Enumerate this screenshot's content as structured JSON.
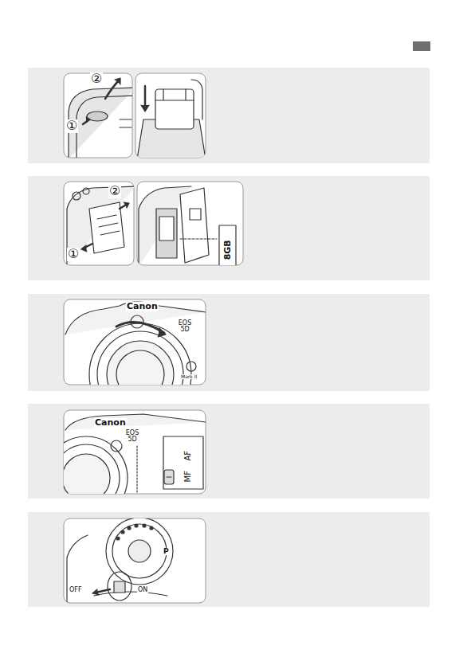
{
  "diagram": {
    "labels": [
      "②",
      "①",
      "①",
      "②",
      "8GB",
      "Canon",
      "EOS 5D",
      "Mark II",
      "Canon",
      "EOS 5D",
      "AF",
      "MF",
      "OFF",
      "ON",
      "P"
    ]
  }
}
